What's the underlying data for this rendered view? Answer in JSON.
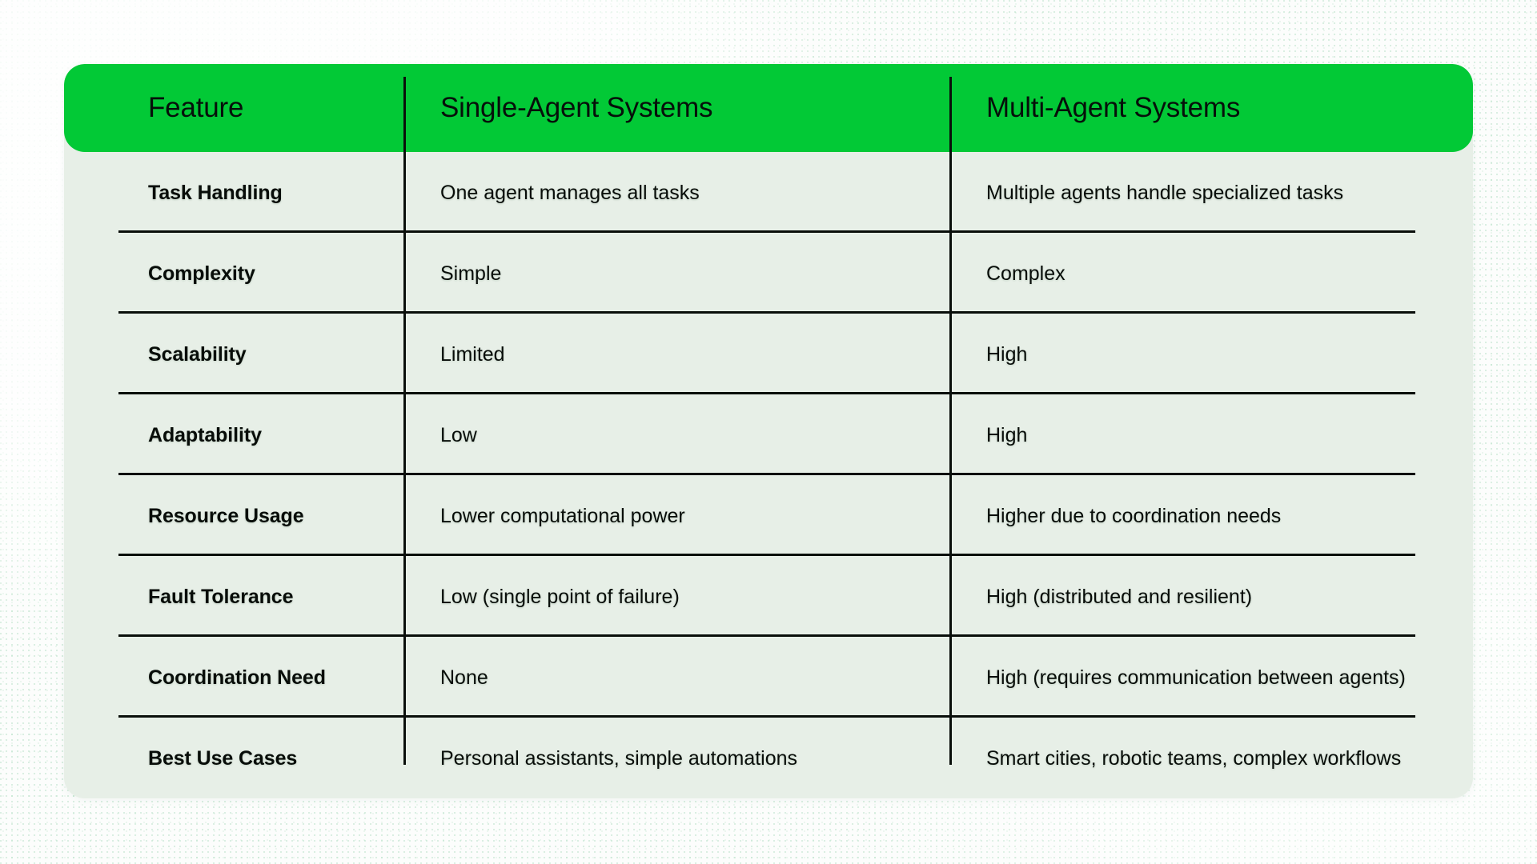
{
  "table": {
    "columns": [
      {
        "key": "feature",
        "label": "Feature"
      },
      {
        "key": "single",
        "label": "Single-Agent Systems"
      },
      {
        "key": "multi",
        "label": "Multi-Agent Systems"
      }
    ],
    "rows": [
      {
        "feature": "Task Handling",
        "single": "One agent manages all tasks",
        "multi": "Multiple agents handle specialized tasks"
      },
      {
        "feature": "Complexity",
        "single": "Simple",
        "multi": "Complex"
      },
      {
        "feature": "Scalability",
        "single": "Limited",
        "multi": "High"
      },
      {
        "feature": "Adaptability",
        "single": "Low",
        "multi": "High"
      },
      {
        "feature": "Resource Usage",
        "single": "Lower computational power",
        "multi": "Higher due to coordination needs"
      },
      {
        "feature": "Fault Tolerance",
        "single": "Low (single point of failure)",
        "multi": "High (distributed and resilient)"
      },
      {
        "feature": "Coordination Need",
        "single": "None",
        "multi": "High (requires communication between agents)"
      },
      {
        "feature": "Best Use Cases",
        "single": "Personal assistants, simple automations",
        "multi": "Smart cities, robotic teams, complex workflows"
      }
    ]
  },
  "colors": {
    "header_background": "#02C936",
    "header_text": "#06100A",
    "card_background": "#E7EFE7",
    "rule": "#0A0F0B",
    "page_background": "#FCFDFC"
  }
}
